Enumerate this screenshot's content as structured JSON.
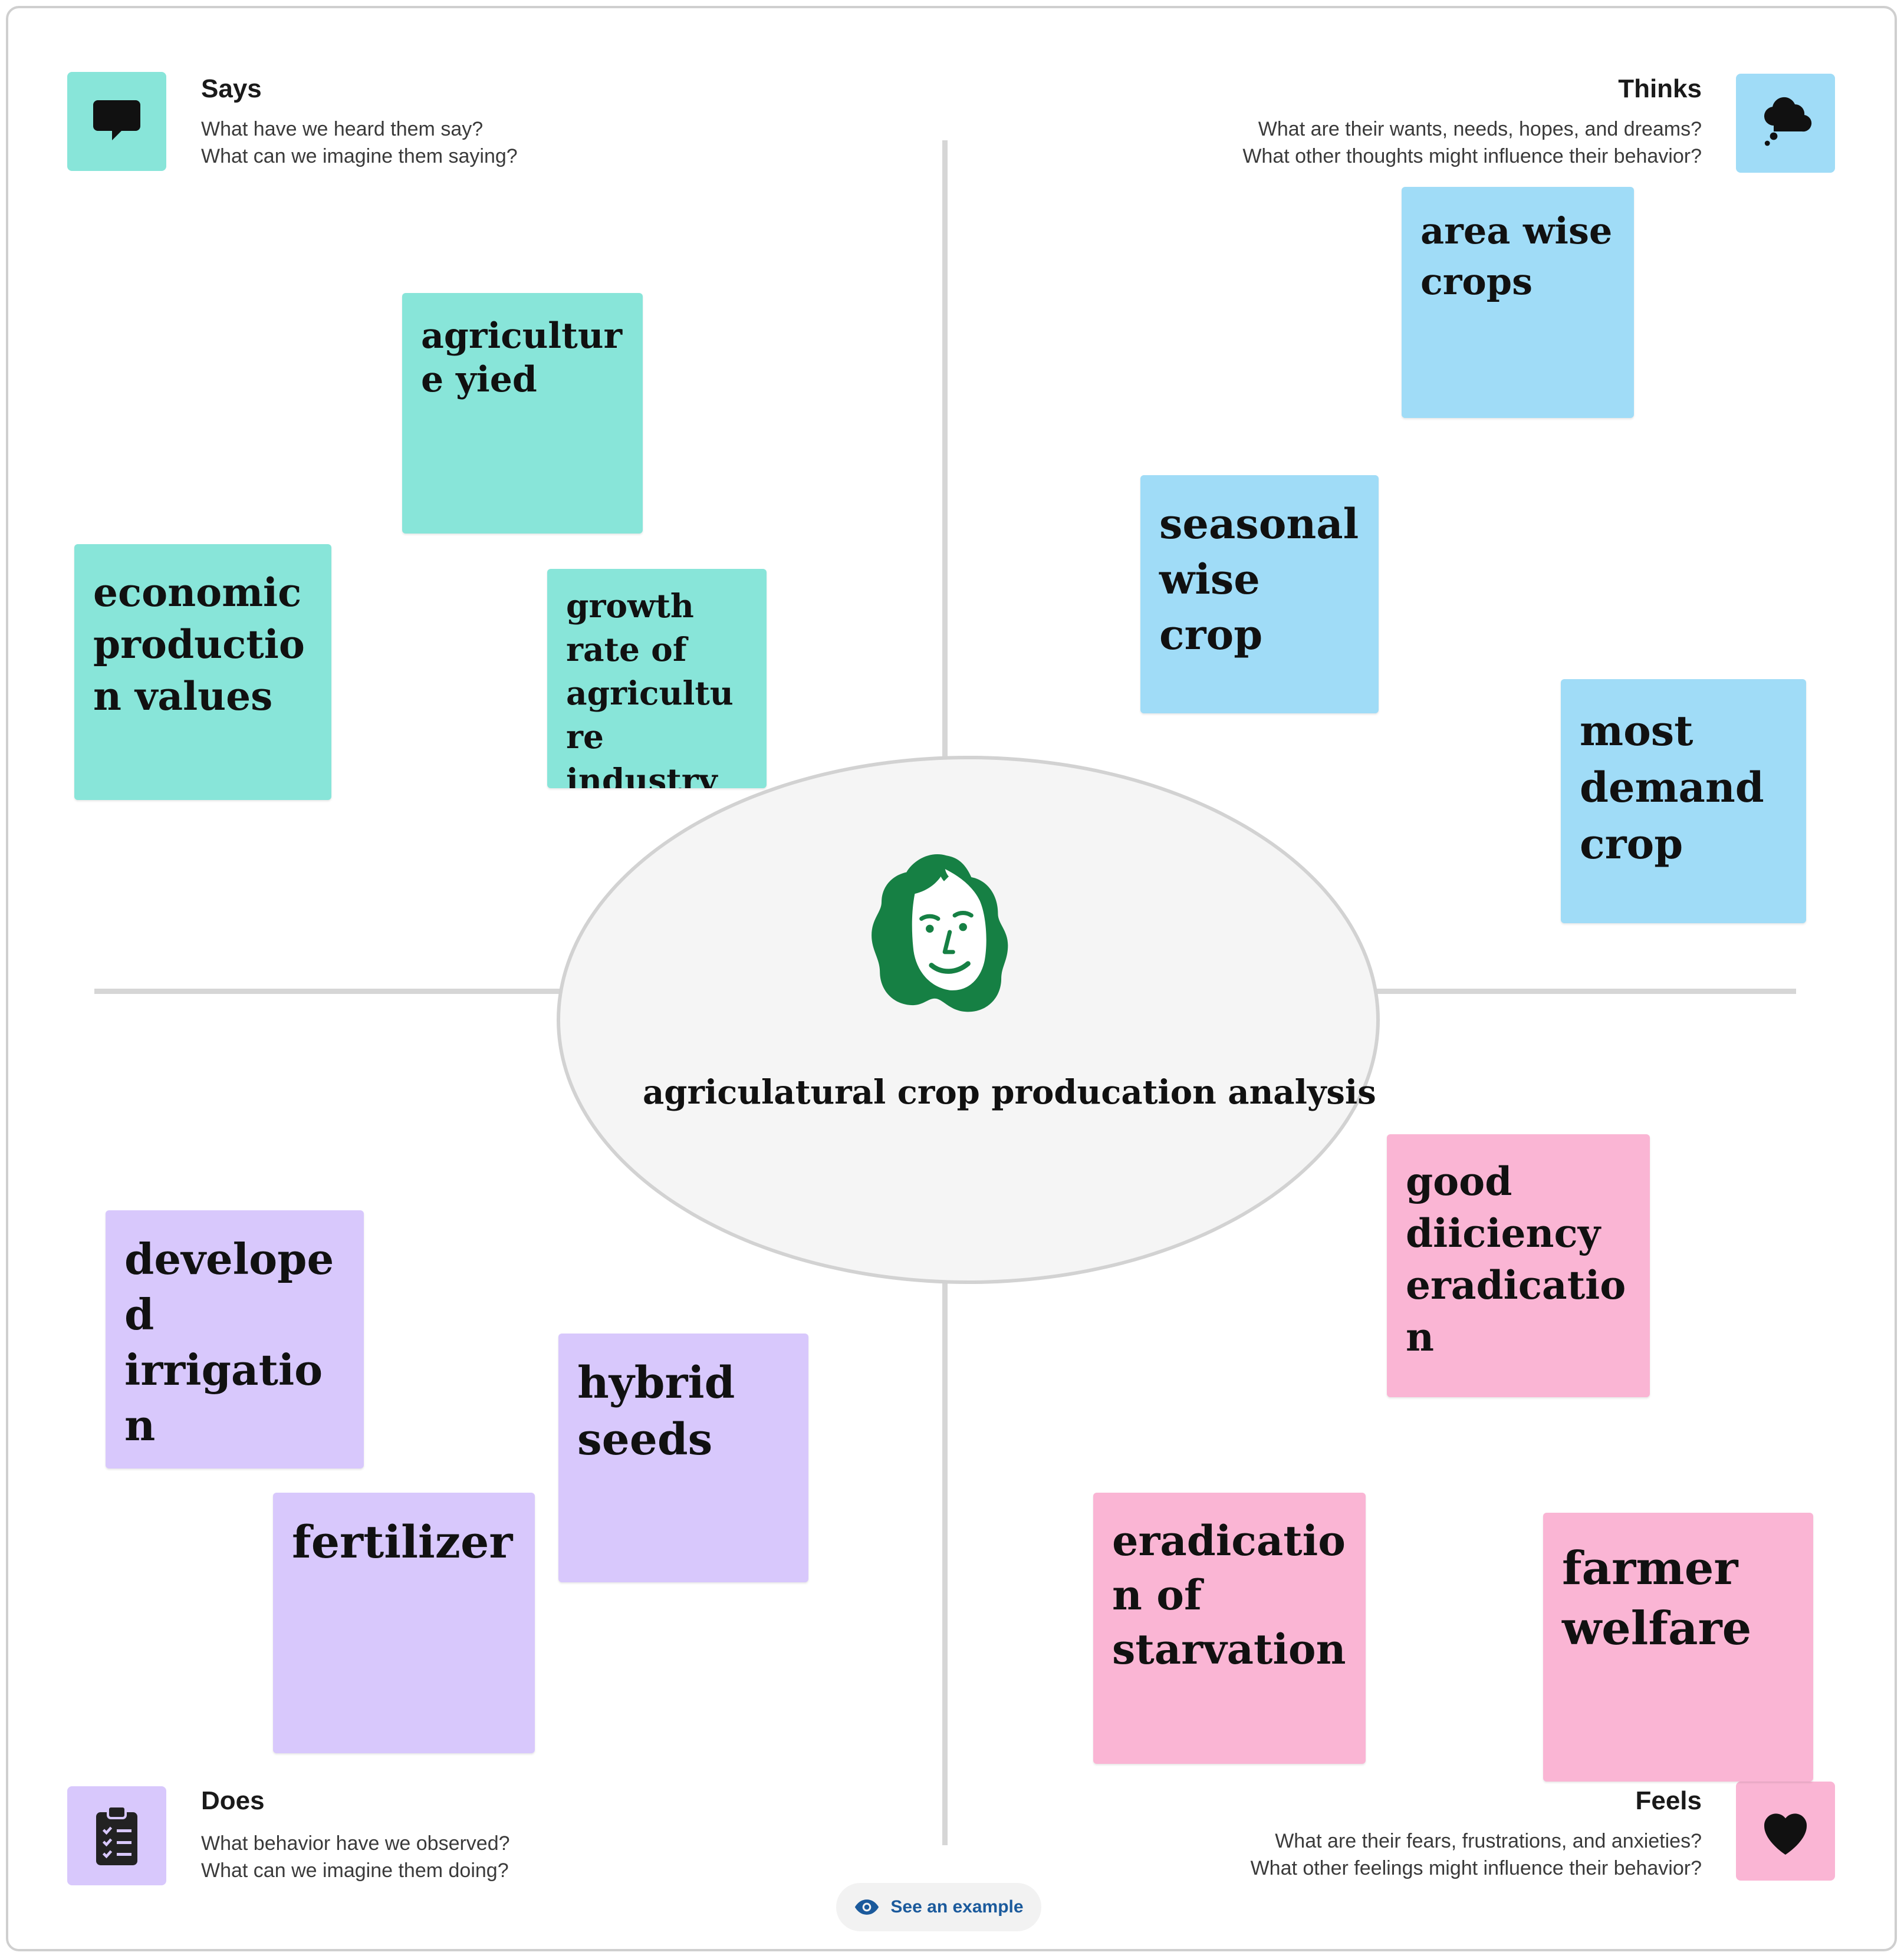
{
  "quadrants": {
    "says": {
      "title": "Says",
      "lines": [
        "What have we heard them say?",
        "What can we imagine them saying?"
      ],
      "color": "#88e5d9",
      "icon": "speech-bubble-icon"
    },
    "thinks": {
      "title": "Thinks",
      "lines": [
        "What are their wants, needs, hopes, and dreams?",
        "What other thoughts might influence their behavior?"
      ],
      "color": "#a0dcf7",
      "icon": "thought-cloud-icon"
    },
    "does": {
      "title": "Does",
      "lines": [
        "What behavior have we observed?",
        "What can we imagine them doing?"
      ],
      "color": "#d8c8fc",
      "icon": "clipboard-icon"
    },
    "feels": {
      "title": "Feels",
      "lines": [
        "What are their fears, frustrations, and anxieties?",
        "What other feelings might influence their behavior?"
      ],
      "color": "#fab5d4",
      "icon": "heart-icon"
    }
  },
  "persona": {
    "title": "agriculatural crop producation analysis",
    "icon": "persona-face-icon",
    "color": "#168044"
  },
  "notes": {
    "says": [
      "agriculture yied",
      "economic production values",
      "growth rate of agriculture industry"
    ],
    "thinks": [
      "area wise crops",
      "seasonal wise crop",
      "most demand crop"
    ],
    "does": [
      "developed irrigation",
      "hybrid seeds",
      "fertilizer"
    ],
    "feels": [
      "good diiciency eradication",
      "eradication of starvation",
      "farmer welfare"
    ]
  },
  "footer": {
    "example_button": "See an example",
    "icon": "eye-icon"
  }
}
